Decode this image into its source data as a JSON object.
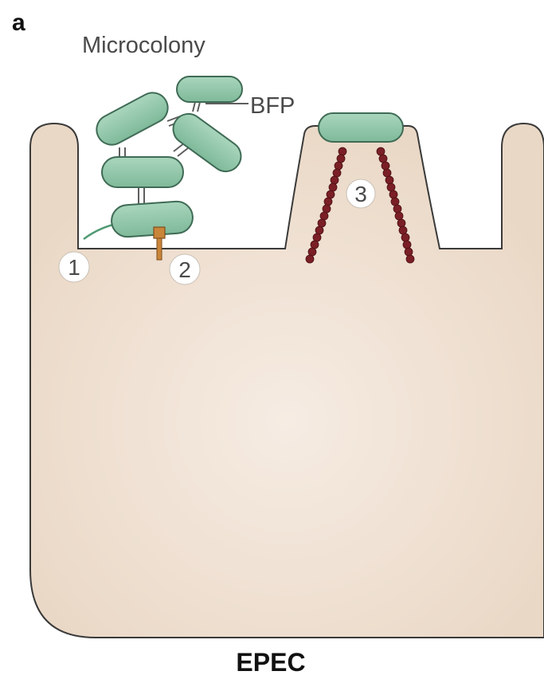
{
  "panel_label": "a",
  "labels": {
    "microcolony": "Microcolony",
    "bfp": "BFP",
    "cell_type": "EPEC"
  },
  "step_markers": [
    "1",
    "2",
    "3"
  ],
  "colors": {
    "cell_fill": "#efe0d1",
    "cell_stroke": "#3a3a3a",
    "bacterium_fill": "#8fc6a8",
    "bacterium_stroke": "#3f6b55",
    "actin": "#7a1f25",
    "intimin_receptor": "#c9853a"
  }
}
